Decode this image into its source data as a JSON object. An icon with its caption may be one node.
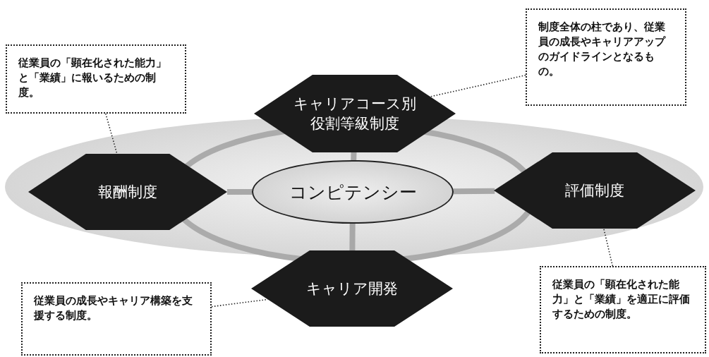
{
  "diagram": {
    "nodes": [
      {
        "text": [
          "従業員の「顕在化された能力」と「業績」に報いるための制度。"
        ]
      },
      {
        "text": [
          "制度全体の柱であり、従業員の成長やキャリアアップのガイドラインとなるもの。"
        ]
      },
      {
        "text": [
          "キャリアコース別役割等級制度"
        ]
      },
      {
        "text": [
          "報酬制度"
        ]
      },
      {
        "text": [
          "コンピテンシー"
        ]
      },
      {
        "text": [
          "評価制度"
        ]
      },
      {
        "text": [
          "キャリア開発"
        ]
      },
      {
        "text": [
          "従業員の成長やキャリア構築を支援する制度。"
        ]
      },
      {
        "text": [
          "従業員の「顕在化された能力」と「業績」を適正に評価するための制度。"
        ]
      }
    ],
    "edges": [
      {
        "from": 4,
        "to": 2,
        "arrow": "none",
        "style": "thick",
        "color": "#a8a8a8"
      },
      {
        "from": 4,
        "to": 3,
        "arrow": "none",
        "style": "thick",
        "color": "#a8a8a8"
      },
      {
        "from": 4,
        "to": 5,
        "arrow": "none",
        "style": "thick",
        "color": "#a8a8a8"
      },
      {
        "from": 4,
        "to": 6,
        "arrow": "none",
        "style": "thick",
        "color": "#a8a8a8"
      },
      {
        "from": 0,
        "to": 3,
        "arrow": "none",
        "style": "dashed",
        "color": "#222222"
      },
      {
        "from": 1,
        "to": 2,
        "arrow": "none",
        "style": "dashed",
        "color": "#222222"
      },
      {
        "from": 7,
        "to": 6,
        "arrow": "none",
        "style": "dashed",
        "color": "#222222"
      },
      {
        "from": 8,
        "to": 5,
        "arrow": "none",
        "style": "dashed",
        "color": "#222222"
      }
    ]
  }
}
